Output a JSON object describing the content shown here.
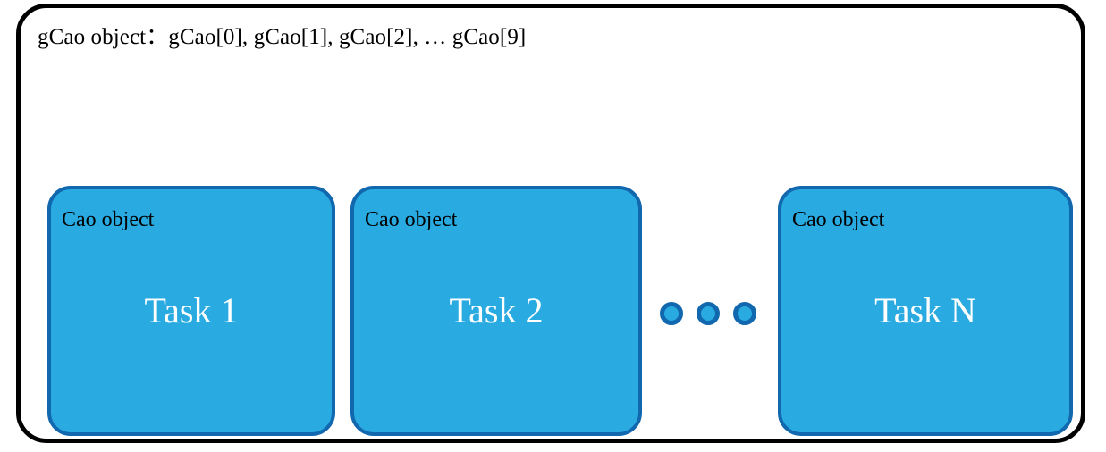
{
  "diagram": {
    "title_caption": "gCao object：gCao[0],  gCao[1],  gCao[2],  … gCao[9]",
    "colors": {
      "box_fill": "#29abe2",
      "box_border": "#1268ae",
      "outer_border": "#000000",
      "label_text": "#000000",
      "title_text": "#ffffff",
      "background": "#ffffff"
    },
    "boxes": [
      {
        "label": "Cao object",
        "title": "Task 1"
      },
      {
        "label": "Cao object",
        "title": "Task 2"
      },
      {
        "label": "Cao object",
        "title": "Task N"
      }
    ],
    "ellipsis": {
      "dot_count": 3,
      "meaning": "continuation-dots"
    }
  }
}
